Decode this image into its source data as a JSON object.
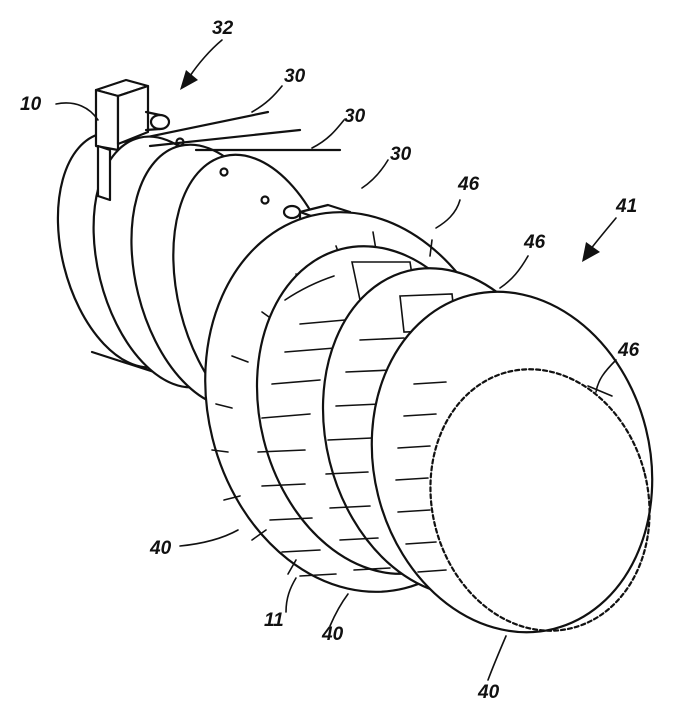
{
  "figure": {
    "labels": {
      "ref_10": "10",
      "ref_32": "32",
      "ref_30_a": "30",
      "ref_30_b": "30",
      "ref_30_c": "30",
      "ref_46_a": "46",
      "ref_46_b": "46",
      "ref_46_c": "46",
      "ref_41": "41",
      "ref_40_a": "40",
      "ref_40_b": "40",
      "ref_40_c": "40",
      "ref_11": "11"
    },
    "colors": {
      "ink": "#111111",
      "paper": "#ffffff"
    }
  }
}
